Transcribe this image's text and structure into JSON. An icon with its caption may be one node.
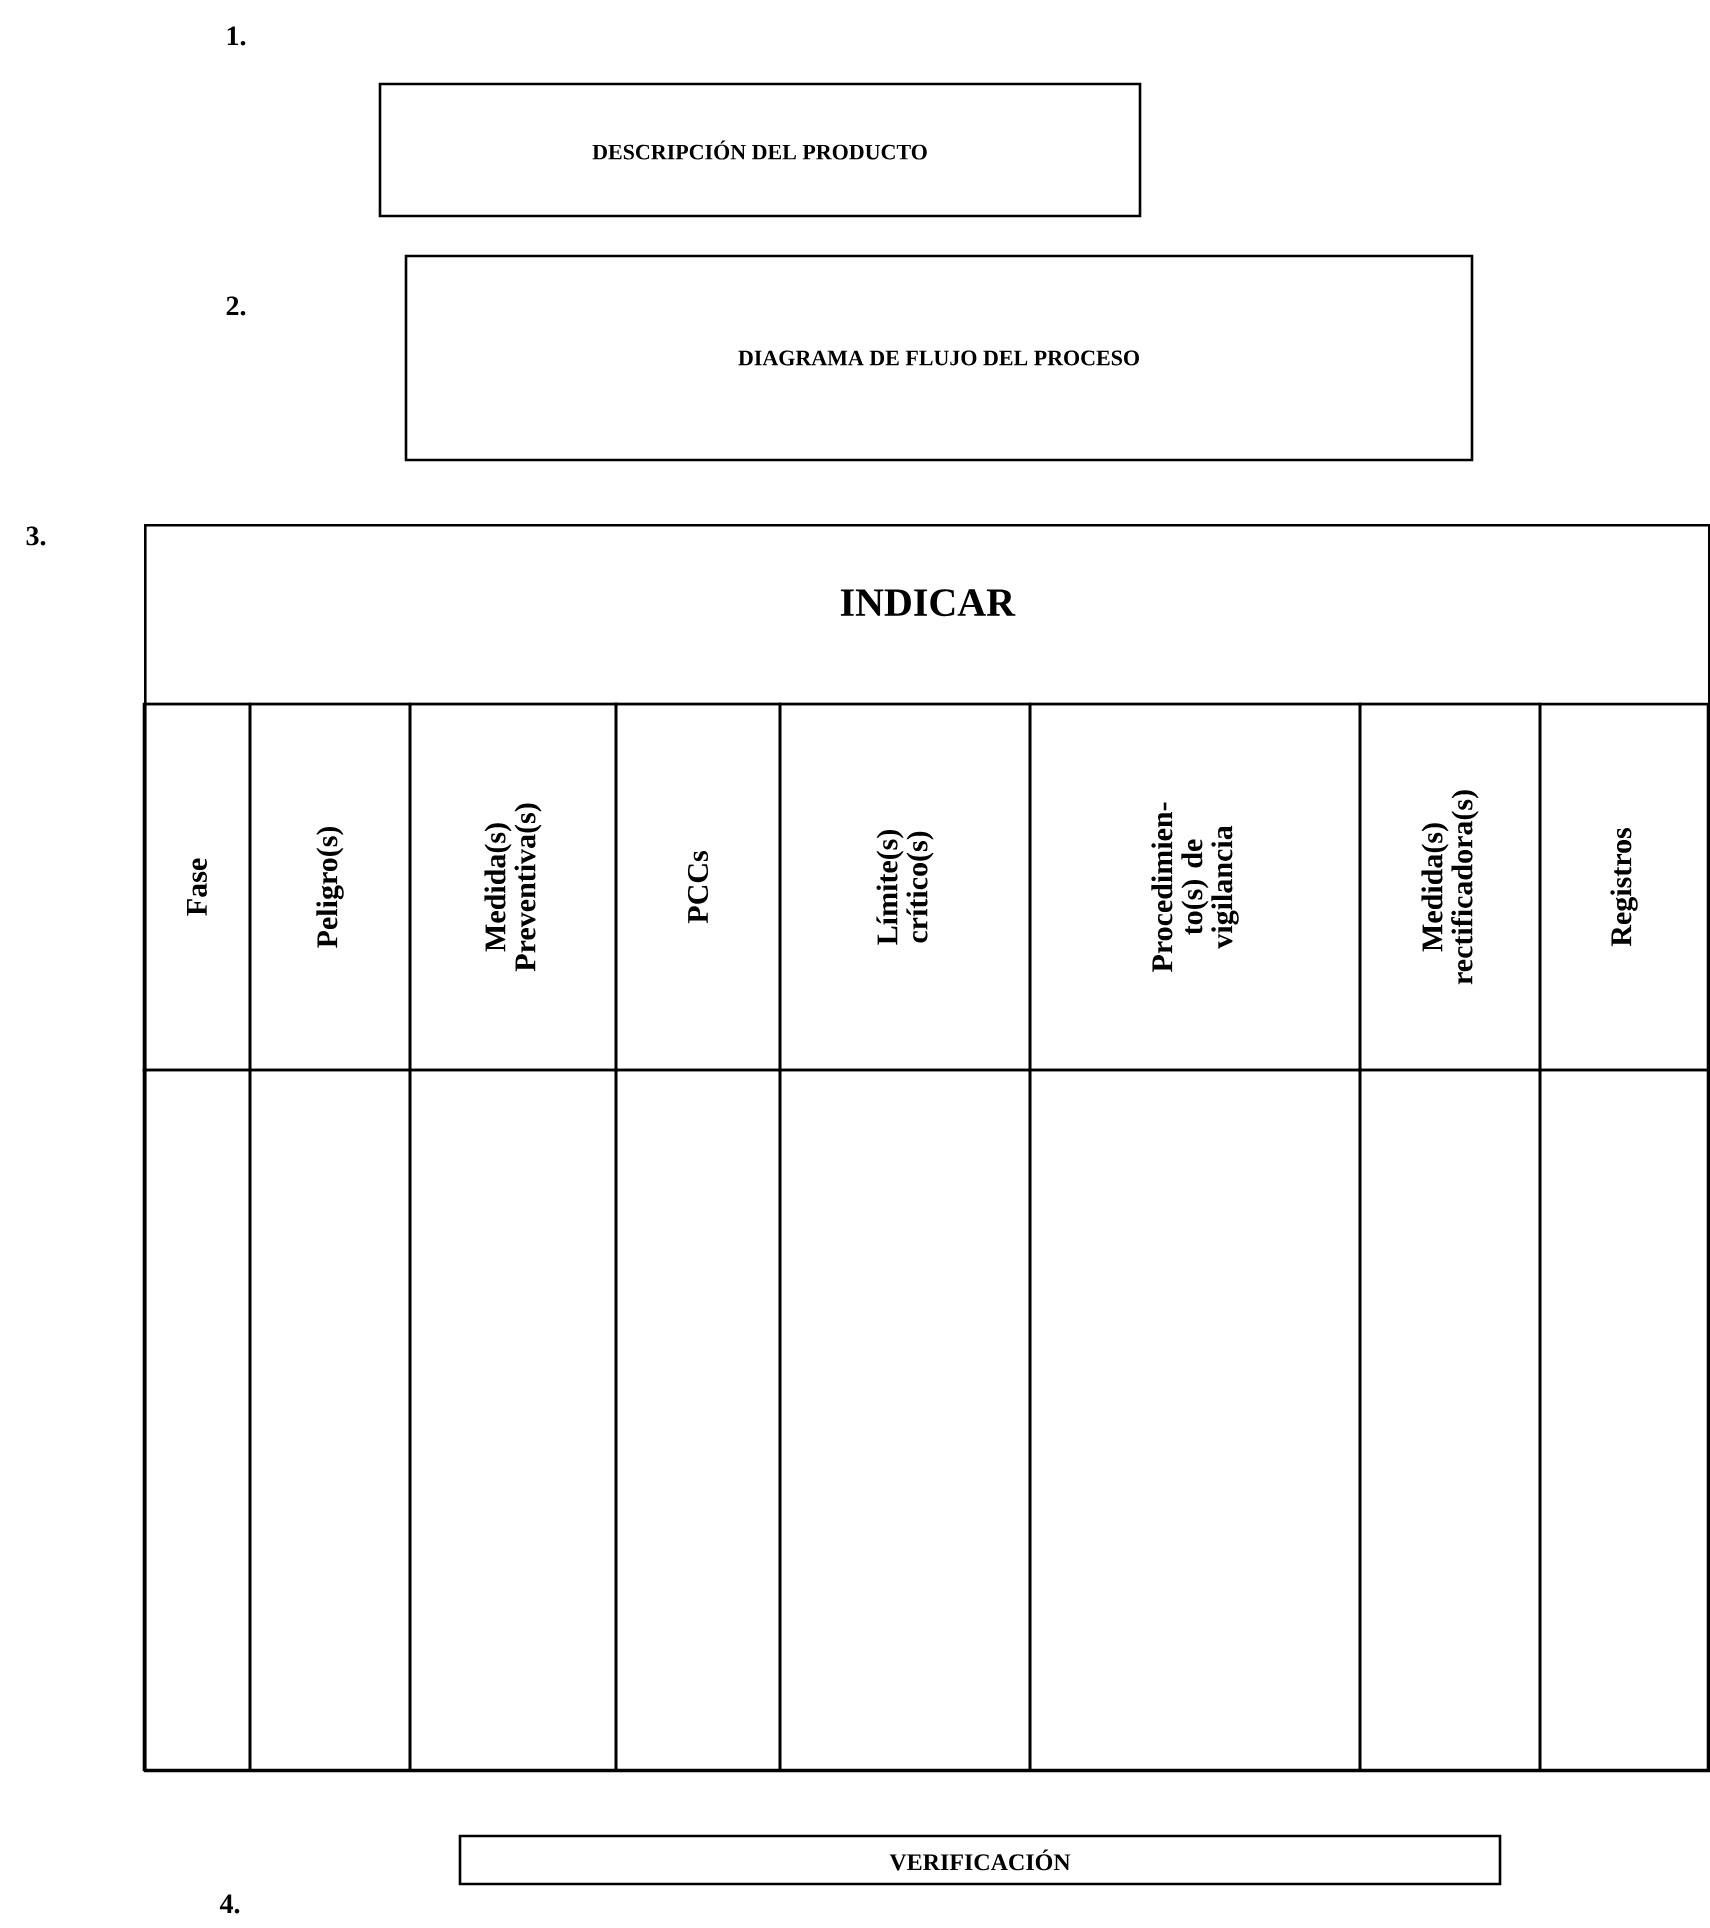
{
  "diagram": {
    "nodes": [
      {
        "text": [
          "DESCRIPCIÓN DEL PRODUCTO"
        ]
      },
      {
        "text": [
          "DIAGRAMA DE FLUJO DEL PROCESO"
        ]
      },
      {
        "text": [
          "INDICAR"
        ]
      },
      {
        "text": [
          "Fase"
        ],
        "in": 2
      },
      {
        "text": [
          "Peligro(s)"
        ],
        "in": 2
      },
      {
        "text": [
          "Medida(s) Preventiva(s)"
        ],
        "in": 2
      },
      {
        "text": [
          "PCCs"
        ],
        "in": 2
      },
      {
        "text": [
          "Límite(s) crítico(s)"
        ],
        "in": 2
      },
      {
        "text": [
          "Procedimien- to(s) de vigilancia"
        ],
        "in": 2
      },
      {
        "text": [
          "Medida(s) rectificadora(s)"
        ],
        "in": 2
      },
      {
        "text": [
          "Registros"
        ],
        "in": 2
      },
      {
        "text": [
          "VERIFICACIÓN"
        ]
      }
    ],
    "labels": [
      "1.",
      "2.",
      "3.",
      "4."
    ]
  }
}
